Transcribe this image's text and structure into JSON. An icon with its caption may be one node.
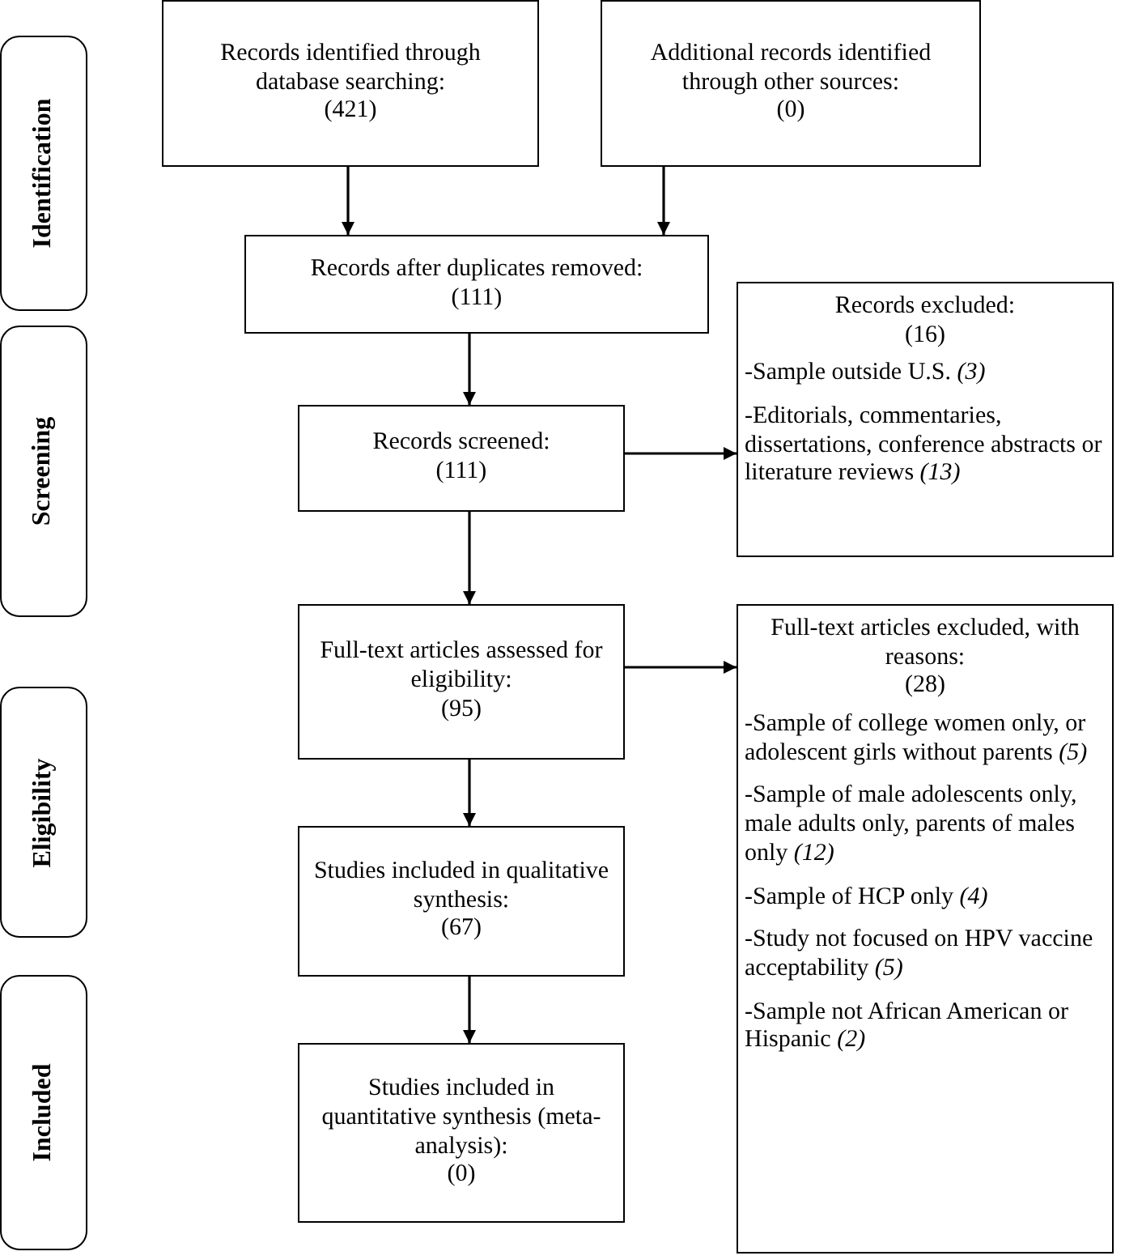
{
  "diagram": {
    "nodes": [
      {
        "text": [
          "Records identified through database searching:",
          "(421)"
        ]
      },
      {
        "text": [
          "Additional records identified through other sources:",
          "(0)"
        ]
      },
      {
        "text": [
          "Records after duplicates removed:",
          "(111)"
        ]
      },
      {
        "text": [
          "Records screened:",
          "(111)"
        ]
      },
      {
        "text": [
          "Records excluded:",
          "(16)",
          "-Sample outside U.S. *(3)*",
          "-Editorials, commentaries, dissertations, conference abstracts or literature reviews *(13)*"
        ]
      },
      {
        "text": [
          "Full-text articles assessed for eligibility:",
          "(95)"
        ]
      },
      {
        "text": [
          "Full-text articles excluded, with reasons:",
          "(28)",
          "-Sample of college women only, or adolescent girls without parents *(5)*",
          "-Sample of male adolescents only, male adults only, parents of males only *(12)*",
          "-Sample of HCP only *(4)*",
          "-Study not focused on HPV vaccine acceptability *(5)*",
          "-Sample not African American or Hispanic *(2)*"
        ]
      },
      {
        "text": [
          "Studies included in qualitative synthesis:",
          "(67)"
        ]
      },
      {
        "text": [
          "Studies included in quantitative synthesis (meta-analysis):",
          "(0)"
        ]
      },
      {
        "text": [
          "Identification"
        ]
      },
      {
        "text": [
          "Screening"
        ]
      },
      {
        "text": [
          "Eligibility"
        ]
      },
      {
        "text": [
          "Included"
        ]
      }
    ],
    "edges": [
      {
        "from": 0,
        "to": 2,
        "arrow": "to"
      },
      {
        "from": 1,
        "to": 2,
        "arrow": "to"
      },
      {
        "from": 2,
        "to": 3,
        "arrow": "to"
      },
      {
        "from": 3,
        "to": 4,
        "arrow": "to"
      },
      {
        "from": 3,
        "to": 5,
        "arrow": "to"
      },
      {
        "from": 5,
        "to": 6,
        "arrow": "to"
      },
      {
        "from": 5,
        "to": 7,
        "arrow": "to"
      },
      {
        "from": 7,
        "to": 8,
        "arrow": "to"
      }
    ]
  }
}
